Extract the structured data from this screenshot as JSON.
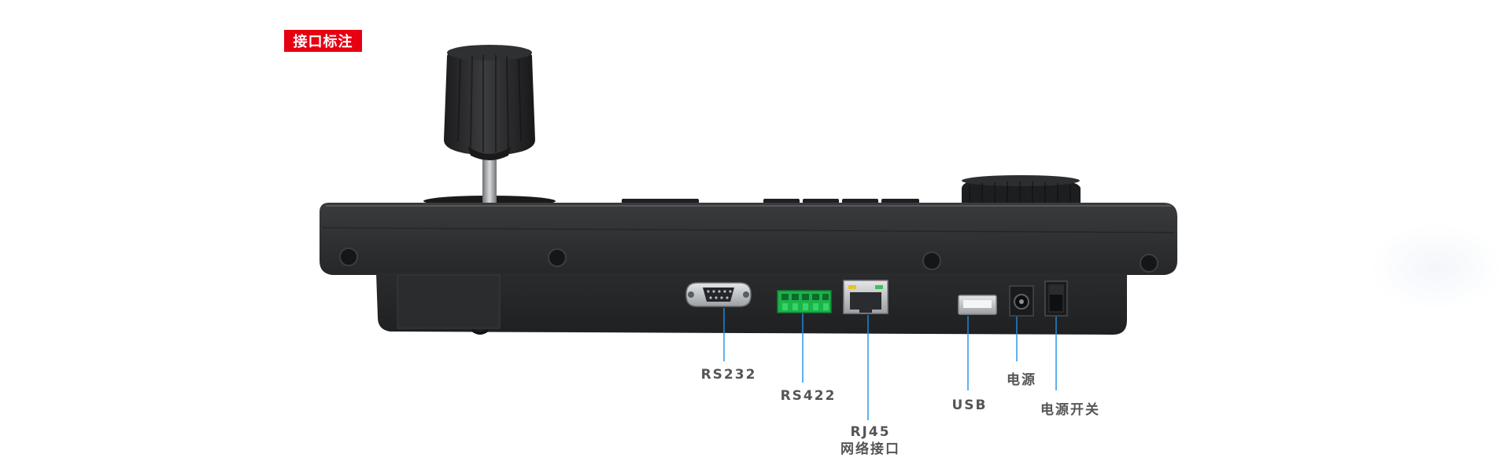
{
  "badge": {
    "title": "接口标注",
    "color": "#e60012"
  },
  "ports": [
    {
      "id": "rs232",
      "label": "RS232",
      "icon": "db9-serial-port-icon"
    },
    {
      "id": "rs422",
      "label": "RS422",
      "icon": "green-terminal-block-icon"
    },
    {
      "id": "rj45",
      "label": "RJ45",
      "sublabel": "网络接口",
      "icon": "ethernet-port-icon"
    },
    {
      "id": "usb",
      "label": "USB",
      "icon": "usb-port-icon"
    },
    {
      "id": "power",
      "label": "电源",
      "icon": "dc-power-jack-icon"
    },
    {
      "id": "power-switch",
      "label": "电源开关",
      "icon": "rocker-switch-icon"
    }
  ],
  "colors": {
    "leader_line": "#1e90e6",
    "device_body": "#2e2f31",
    "terminal_green": "#1bb34a"
  }
}
